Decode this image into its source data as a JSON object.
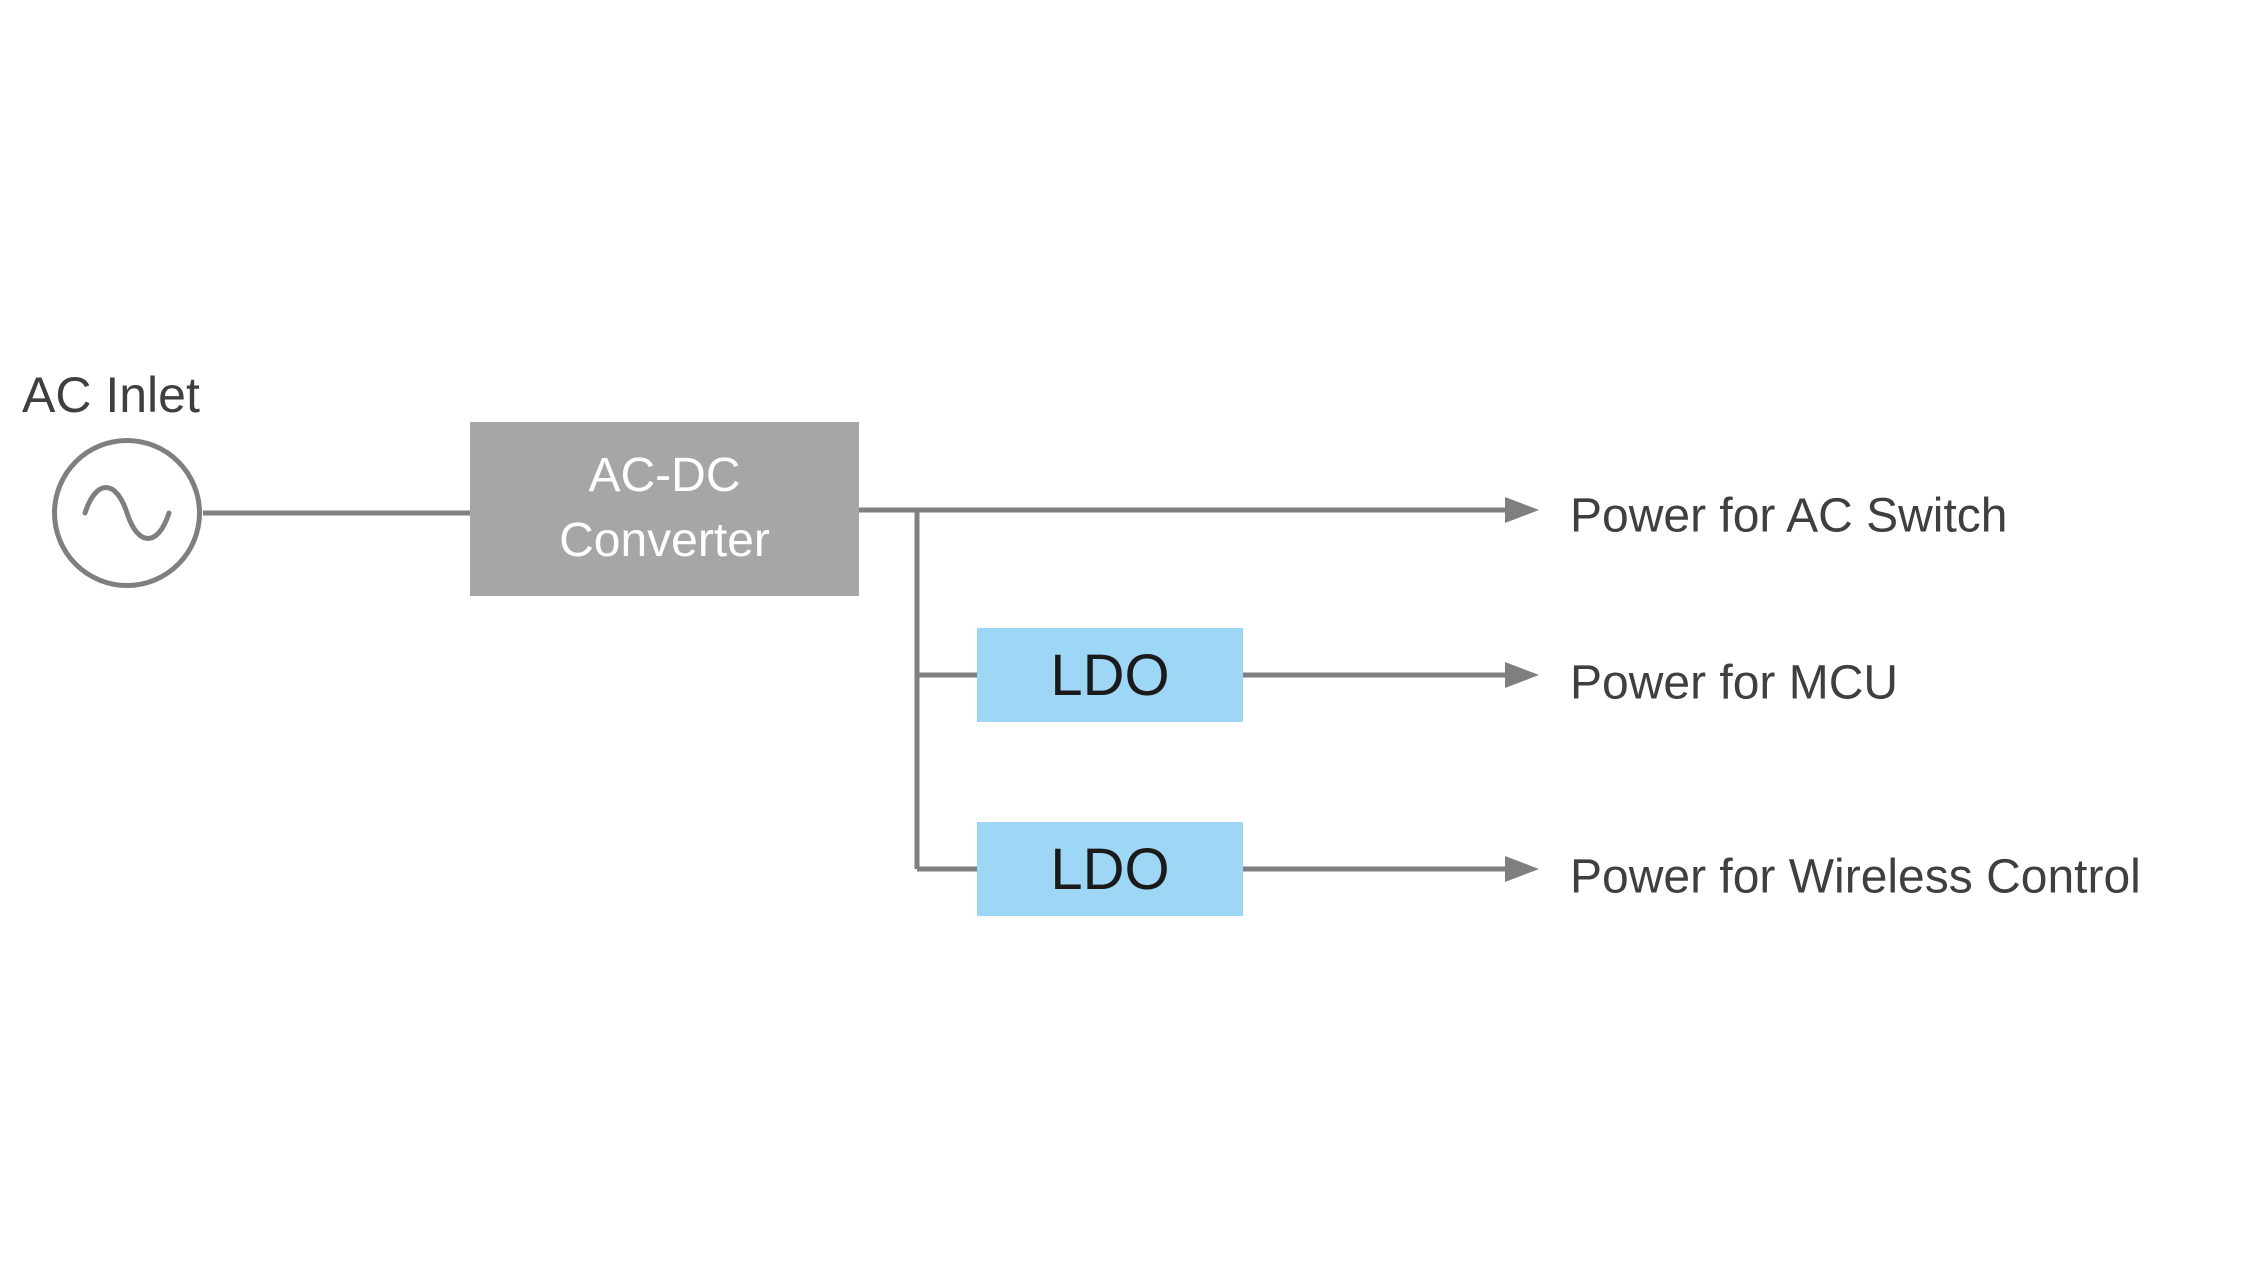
{
  "diagram": {
    "source": {
      "label": "AC Inlet"
    },
    "converter": {
      "label_line1": "AC-DC",
      "label_line2": "Converter"
    },
    "ldo1": {
      "label": "LDO"
    },
    "ldo2": {
      "label": "LDO"
    },
    "outputs": [
      {
        "label": "Power for AC Switch"
      },
      {
        "label": "Power for MCU"
      },
      {
        "label": "Power for Wireless Control"
      }
    ],
    "colors": {
      "line": "#7f7f7f",
      "converter_fill": "#a6a6a6",
      "converter_text": "#ffffff",
      "ldo_fill": "#9dd7f5",
      "label_text": "#3f3f3f"
    }
  }
}
